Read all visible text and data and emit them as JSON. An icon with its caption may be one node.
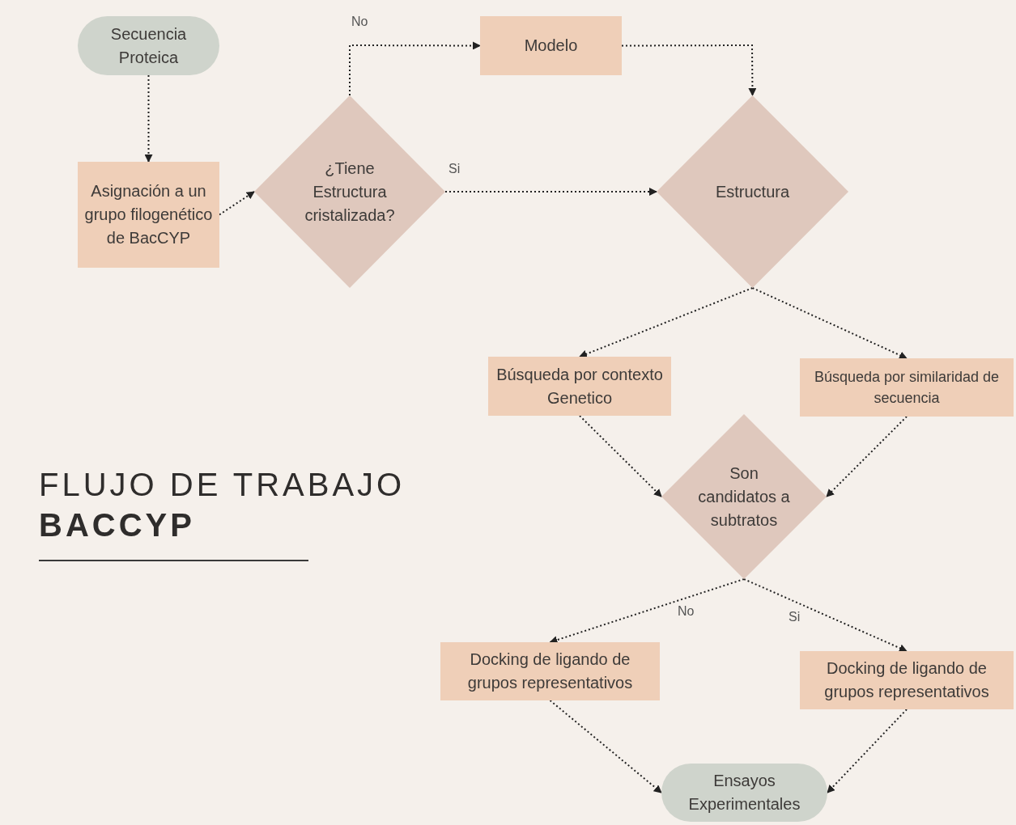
{
  "diagram": {
    "title": "FLUJO DE TRABAJO **BACCYP**",
    "nodes": [
      {
        "text": [
          "Secuencia Proteica"
        ]
      },
      {
        "text": [
          "Asignación a un grupo filogenético de BacCYP"
        ]
      },
      {
        "text": [
          "¿Tiene Estructura cristalizada?"
        ]
      },
      {
        "text": [
          "Modelo"
        ]
      },
      {
        "text": [
          "Estructura"
        ]
      },
      {
        "text": [
          "Búsqueda por contexto Genetico"
        ]
      },
      {
        "text": [
          "Búsqueda por similaridad de secuencia"
        ]
      },
      {
        "text": [
          "Son candidatos a subtratos"
        ]
      },
      {
        "text": [
          "Docking de ligando de grupos representativos"
        ]
      },
      {
        "text": [
          "Docking de ligando de grupos representativos"
        ]
      },
      {
        "text": [
          "Ensayos Experimentales"
        ]
      }
    ],
    "edges": [
      {
        "from": 0,
        "to": 1,
        "arrow": "to",
        "style": "dashed"
      },
      {
        "from": 1,
        "to": 2,
        "arrow": "to",
        "style": "dashed"
      },
      {
        "from": 2,
        "to": 3,
        "arrow": "to",
        "label": "No",
        "style": "dashed"
      },
      {
        "from": 3,
        "to": 4,
        "arrow": "to",
        "style": "dashed"
      },
      {
        "from": 2,
        "to": 4,
        "arrow": "to",
        "label": "Si",
        "style": "dashed"
      },
      {
        "from": 4,
        "to": 5,
        "arrow": "to",
        "style": "dashed"
      },
      {
        "from": 4,
        "to": 6,
        "arrow": "to",
        "style": "dashed"
      },
      {
        "from": 5,
        "to": 7,
        "arrow": "to",
        "style": "dashed"
      },
      {
        "from": 6,
        "to": 7,
        "arrow": "to",
        "style": "dashed"
      },
      {
        "from": 7,
        "to": 8,
        "arrow": "to",
        "label": "No",
        "style": "dashed"
      },
      {
        "from": 7,
        "to": 9,
        "arrow": "to",
        "label": "Si",
        "style": "dashed"
      },
      {
        "from": 8,
        "to": 10,
        "arrow": "to",
        "style": "dashed"
      },
      {
        "from": 9,
        "to": 10,
        "arrow": "to",
        "style": "dashed"
      }
    ]
  }
}
